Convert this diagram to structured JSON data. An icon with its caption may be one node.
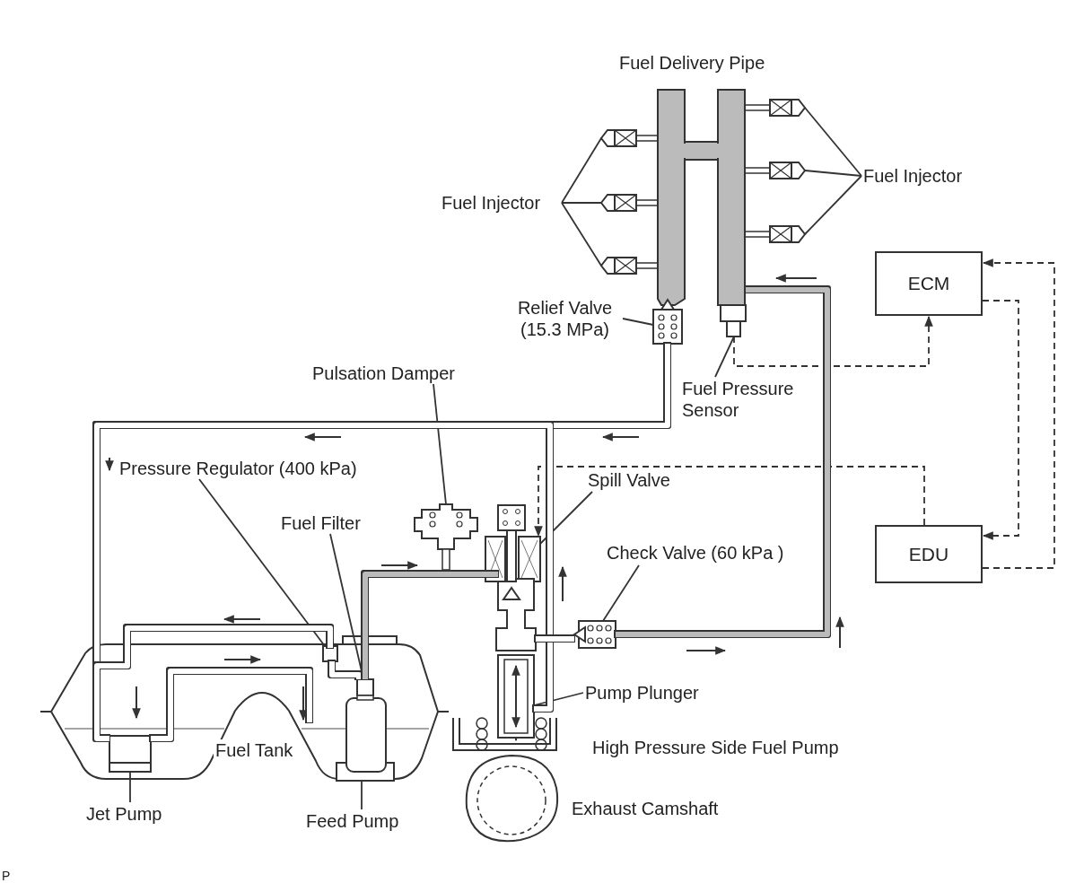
{
  "diagram": {
    "nodes": [
      {
        "text": [
          "Fuel Injector"
        ]
      },
      {
        "text": [],
        "shape": "box"
      },
      {
        "text": [],
        "shape": "box"
      },
      {
        "text": [],
        "shape": "box"
      },
      {
        "text": [
          "Fuel Injector"
        ]
      },
      {
        "text": [],
        "shape": "box"
      },
      {
        "text": [],
        "shape": "box"
      },
      {
        "text": [],
        "shape": "box"
      },
      {
        "text": [
          "ECM"
        ]
      },
      {
        "text": [
          "Relief Valve (15.3 MPa)"
        ]
      },
      {
        "text": [],
        "shape": "box"
      },
      {
        "text": [],
        "shape": "box"
      },
      {
        "text": [
          "Fuel Pressure Sensor"
        ]
      },
      {
        "text": [
          "Pulsation Damper"
        ]
      },
      {
        "text": [],
        "shape": "box"
      },
      {
        "text": [
          "Pressure Regulator (400 kPa)"
        ]
      },
      {
        "text": [
          "Spill Valve"
        ]
      },
      {
        "text": [],
        "shape": "box"
      },
      {
        "text": [
          "Fuel Filter"
        ]
      },
      {
        "text": [
          "EDU"
        ]
      },
      {
        "text": [
          "Check Valve (60 kPa )"
        ]
      },
      {
        "text": [],
        "shape": "box"
      },
      {
        "text": [],
        "shape": "box"
      },
      {
        "text": [],
        "shape": "box"
      },
      {
        "text": [
          "Pump Plunger"
        ]
      },
      {
        "text": [],
        "shape": "box"
      },
      {
        "text": [],
        "shape": "box"
      },
      {
        "text": [],
        "shape": "box"
      },
      {
        "text": [
          "Jet Pump"
        ]
      },
      {
        "text": [
          "Feed Pump"
        ]
      },
      {
        "text": [],
        "shape": "box"
      },
      {
        "text": [],
        "shape": "box"
      }
    ],
    "edges": [
      {
        "from": 0,
        "to": 1,
        "arrow": "none"
      },
      {
        "from": 0,
        "to": 2,
        "arrow": "none"
      },
      {
        "from": 0,
        "to": 3,
        "arrow": "none"
      },
      {
        "from": 4,
        "to": 5,
        "arrow": "none"
      },
      {
        "from": 4,
        "to": 6,
        "arrow": "none"
      },
      {
        "from": 4,
        "to": 7,
        "arrow": "none"
      },
      {
        "from": 9,
        "to": 10,
        "arrow": "none"
      },
      {
        "from": 12,
        "to": 11,
        "arrow": "none"
      },
      {
        "from": 13,
        "to": 14,
        "arrow": "none"
      },
      {
        "from": 15,
        "to": 22,
        "arrow": "none"
      },
      {
        "from": 16,
        "to": 17,
        "arrow": "none"
      },
      {
        "from": 18,
        "to": 23,
        "arrow": "none"
      },
      {
        "from": 20,
        "to": 21,
        "arrow": "none"
      },
      {
        "from": 24,
        "to": 25,
        "arrow": "none"
      },
      {
        "from": 28,
        "to": 26,
        "arrow": "none"
      },
      {
        "from": 29,
        "to": 27,
        "arrow": "none"
      },
      {
        "from": 11,
        "to": 8,
        "arrow": "to",
        "style": "dashed"
      },
      {
        "from": 19,
        "to": 8,
        "arrow": "to",
        "style": "dashed"
      },
      {
        "from": 8,
        "to": 19,
        "arrow": "to",
        "style": "dashed"
      },
      {
        "from": 19,
        "to": 17,
        "arrow": "to",
        "style": "dashed"
      },
      {
        "from": 10,
        "to": null,
        "arrow": "none",
        "style": "thick",
        "color": "#ffffff"
      },
      {
        "from": 25,
        "to": null,
        "arrow": "none",
        "style": "thick",
        "color": "#ffffff"
      },
      {
        "from": 22,
        "to": 26,
        "arrow": "none",
        "style": "thick",
        "color": "#ffffff"
      },
      {
        "from": 26,
        "to": null,
        "arrow": "none",
        "style": "thick",
        "color": "#ffffff"
      },
      {
        "from": 22,
        "to": 23,
        "arrow": "none",
        "style": "thick",
        "color": "#ffffff"
      },
      {
        "from": 23,
        "to": 31,
        "arrow": "none",
        "style": "thick",
        "color": "#bbbbbb"
      },
      {
        "from": 31,
        "to": 21,
        "arrow": "none",
        "style": "thick",
        "color": "#ffffff"
      },
      {
        "from": 21,
        "to": 30,
        "arrow": "none",
        "style": "thick",
        "color": "#bbbbbb"
      }
    ],
    "labels": [
      "Fuel Delivery Pipe",
      "Fuel Tank",
      "High Pressure Side Fuel Pump",
      "Exhaust Camshaft",
      "P"
    ]
  }
}
